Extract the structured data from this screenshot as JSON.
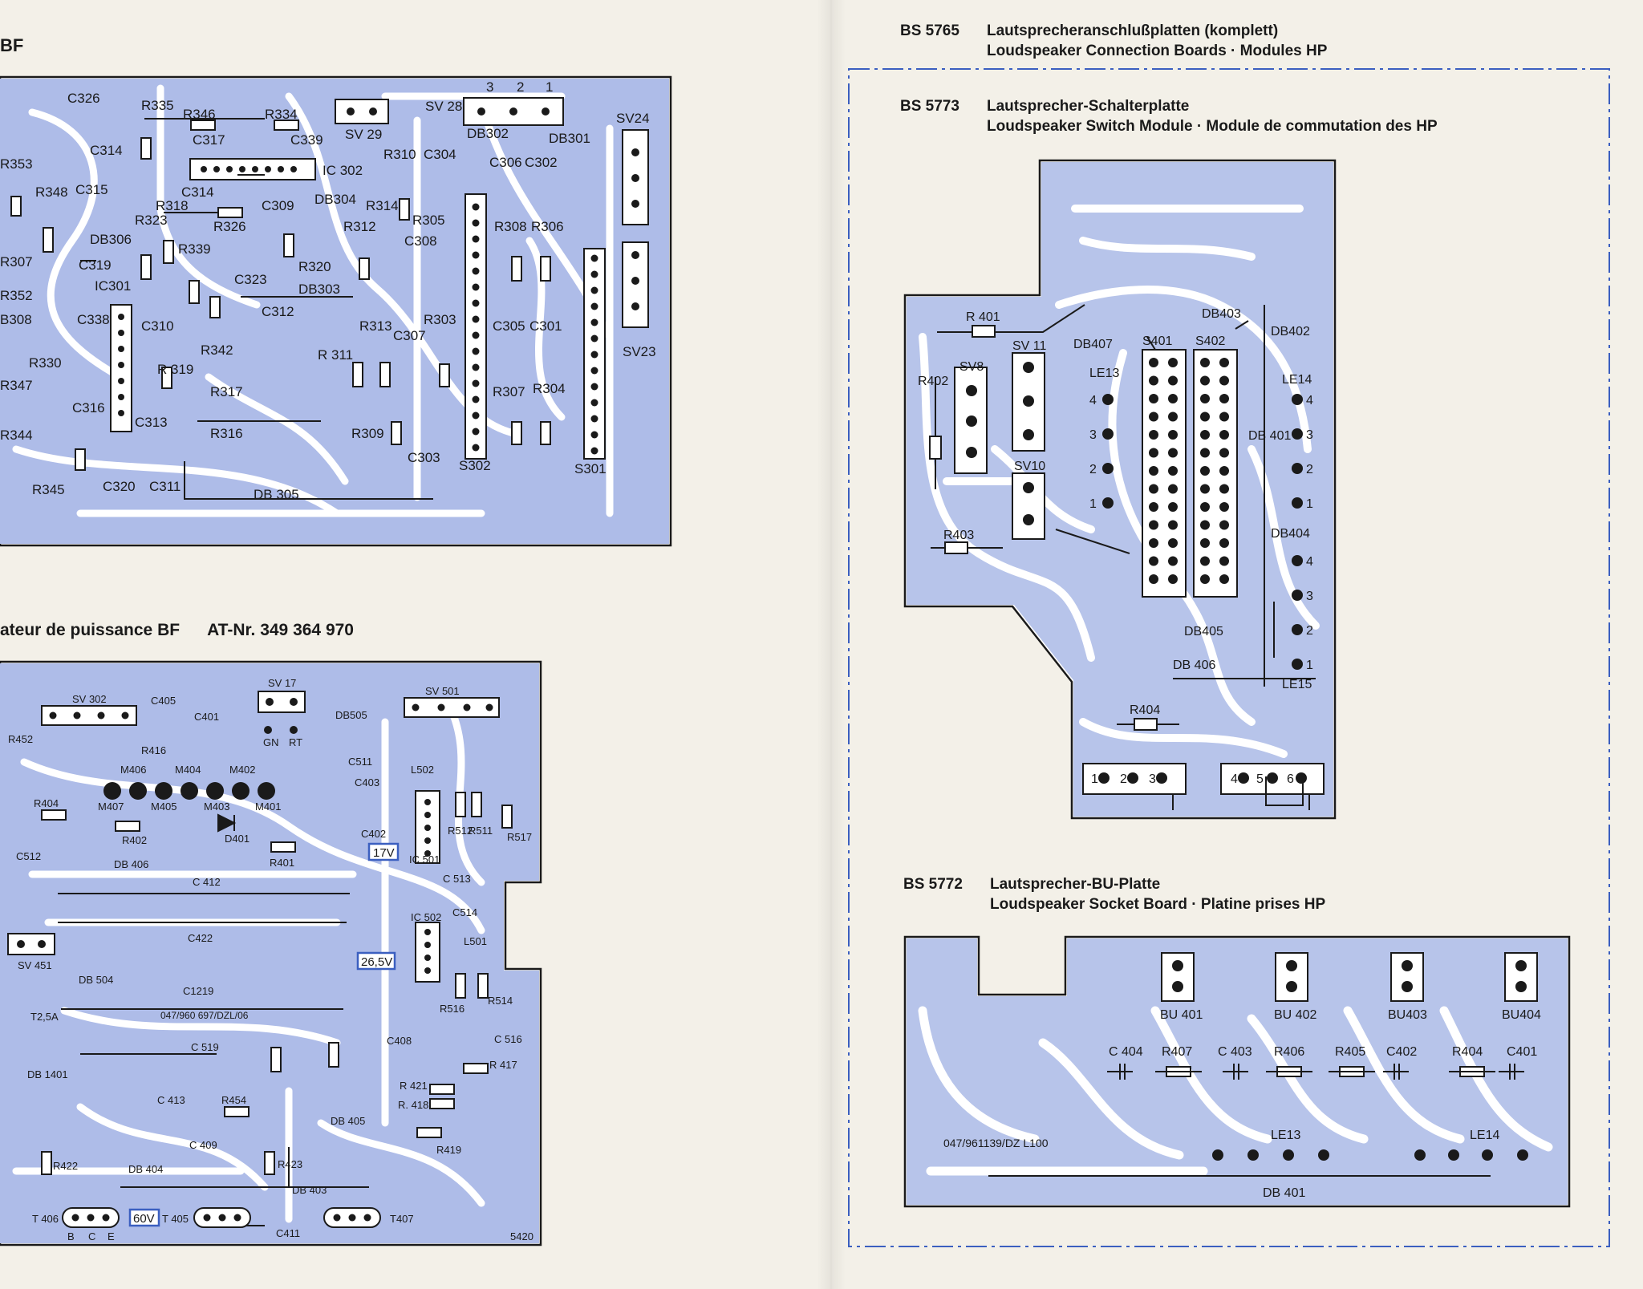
{
  "right_page": {
    "sections": [
      {
        "code": "BS 5765",
        "line_de": "Lautsprecheranschlußplatten (komplett)",
        "line_en": "Loudspeaker Connection Boards · Modules HP"
      },
      {
        "code": "BS 5773",
        "line_de": "Lautsprecher-Schalterplatte",
        "line_en": "Loudspeaker Switch Module · Module de commutation des HP"
      },
      {
        "code": "BS 5772",
        "line_de": "Lautsprecher-BU-Platte",
        "line_en": "Loudspeaker Socket Board · Platine prises HP"
      }
    ],
    "switch_board_labels": {
      "r401": "R 401",
      "r402": "R402",
      "r403": "R403",
      "r404": "R404",
      "sv8": "SV8",
      "sv11": "SV 11",
      "sv10": "SV10",
      "db407": "DB407",
      "db403": "DB403",
      "db402": "DB402",
      "db401": "DB 401",
      "db404": "DB404",
      "db405": "DB405",
      "db406": "DB 406",
      "s401": "S401",
      "s402": "S402",
      "le13": "LE13",
      "le14": "LE14",
      "le15": "LE15",
      "pins_1234": [
        "1",
        "2",
        "3",
        "4"
      ],
      "terminal_pins": [
        "1",
        "2",
        "3",
        "4",
        "5",
        "6"
      ]
    },
    "socket_board_labels": {
      "sockets": [
        "BU 401",
        "BU 402",
        "BU403",
        "BU404"
      ],
      "parts": [
        "C 404",
        "R407",
        "C 403",
        "R406",
        "R405",
        "C402",
        "R404",
        "C401"
      ],
      "le13": "LE13",
      "le14": "LE14",
      "db401": "DB 401",
      "stamp": "047/961139/DZ L100"
    }
  },
  "left_page": {
    "top_fragment": "BF",
    "mid_title": "ateur de puissance BF",
    "at_nr": "AT-Nr. 349 364 970",
    "preamp_labels": [
      "C326",
      "R335",
      "R346",
      "R334",
      "SV 29",
      "SV 28",
      "DB302",
      "DB301",
      "SV24",
      "R353",
      "C314",
      "C317",
      "C339",
      "IC 302",
      "R310",
      "C304",
      "C306",
      "C302",
      "R348",
      "C315",
      "C314",
      "C309",
      "DB304",
      "R314",
      "R305",
      "R318",
      "R323",
      "R326",
      "R312",
      "C308",
      "R308",
      "R306",
      "DB306",
      "R339",
      "C319",
      "IC301",
      "C323",
      "R320",
      "DB303",
      "R352",
      "B308",
      "C338",
      "C310",
      "C312",
      "R342",
      "R313",
      "R303",
      "C305",
      "C301",
      "R330",
      "R 319",
      "R 311",
      "C307",
      "R307",
      "R304",
      "SV23",
      "C316",
      "C313",
      "R317",
      "R316",
      "R309",
      "C303",
      "S302",
      "S301",
      "C320",
      "C311",
      "R345",
      "DB 305",
      "R347",
      "R344",
      "R307"
    ],
    "power_labels": [
      "SV 302",
      "C405",
      "C401",
      "SV 17",
      "GN",
      "RT",
      "SV 501",
      "DB505",
      "R452",
      "R416",
      "M406",
      "M404",
      "M402",
      "M407",
      "M405",
      "M403",
      "M401",
      "C511",
      "C403",
      "L502",
      "R404",
      "R402",
      "D401",
      "R401",
      "C402",
      "IC 501",
      "R512",
      "R511",
      "R517",
      "C512",
      "DB 406",
      "C 513",
      "C514",
      "C 412",
      "L501",
      "IC 502",
      "C422",
      "SV 451",
      "DB 504",
      "C1219",
      "R516",
      "R514",
      "T2,5A",
      "C 519",
      "C408",
      "C 516",
      "DB 1401",
      "R 417",
      "R 421",
      "R. 418",
      "C 413",
      "R454",
      "DB 405",
      "C 409",
      "R419",
      "R422",
      "DB 404",
      "R423",
      "DB 403",
      "T 406",
      "T 405",
      "T407",
      "C411",
      "B",
      "C",
      "E",
      "5420"
    ],
    "voltages": [
      "17V",
      "26,5V",
      "60V"
    ],
    "connector_pins_top": [
      "3",
      "2",
      "1"
    ],
    "stamp": "047/960 697/DZL/06"
  }
}
